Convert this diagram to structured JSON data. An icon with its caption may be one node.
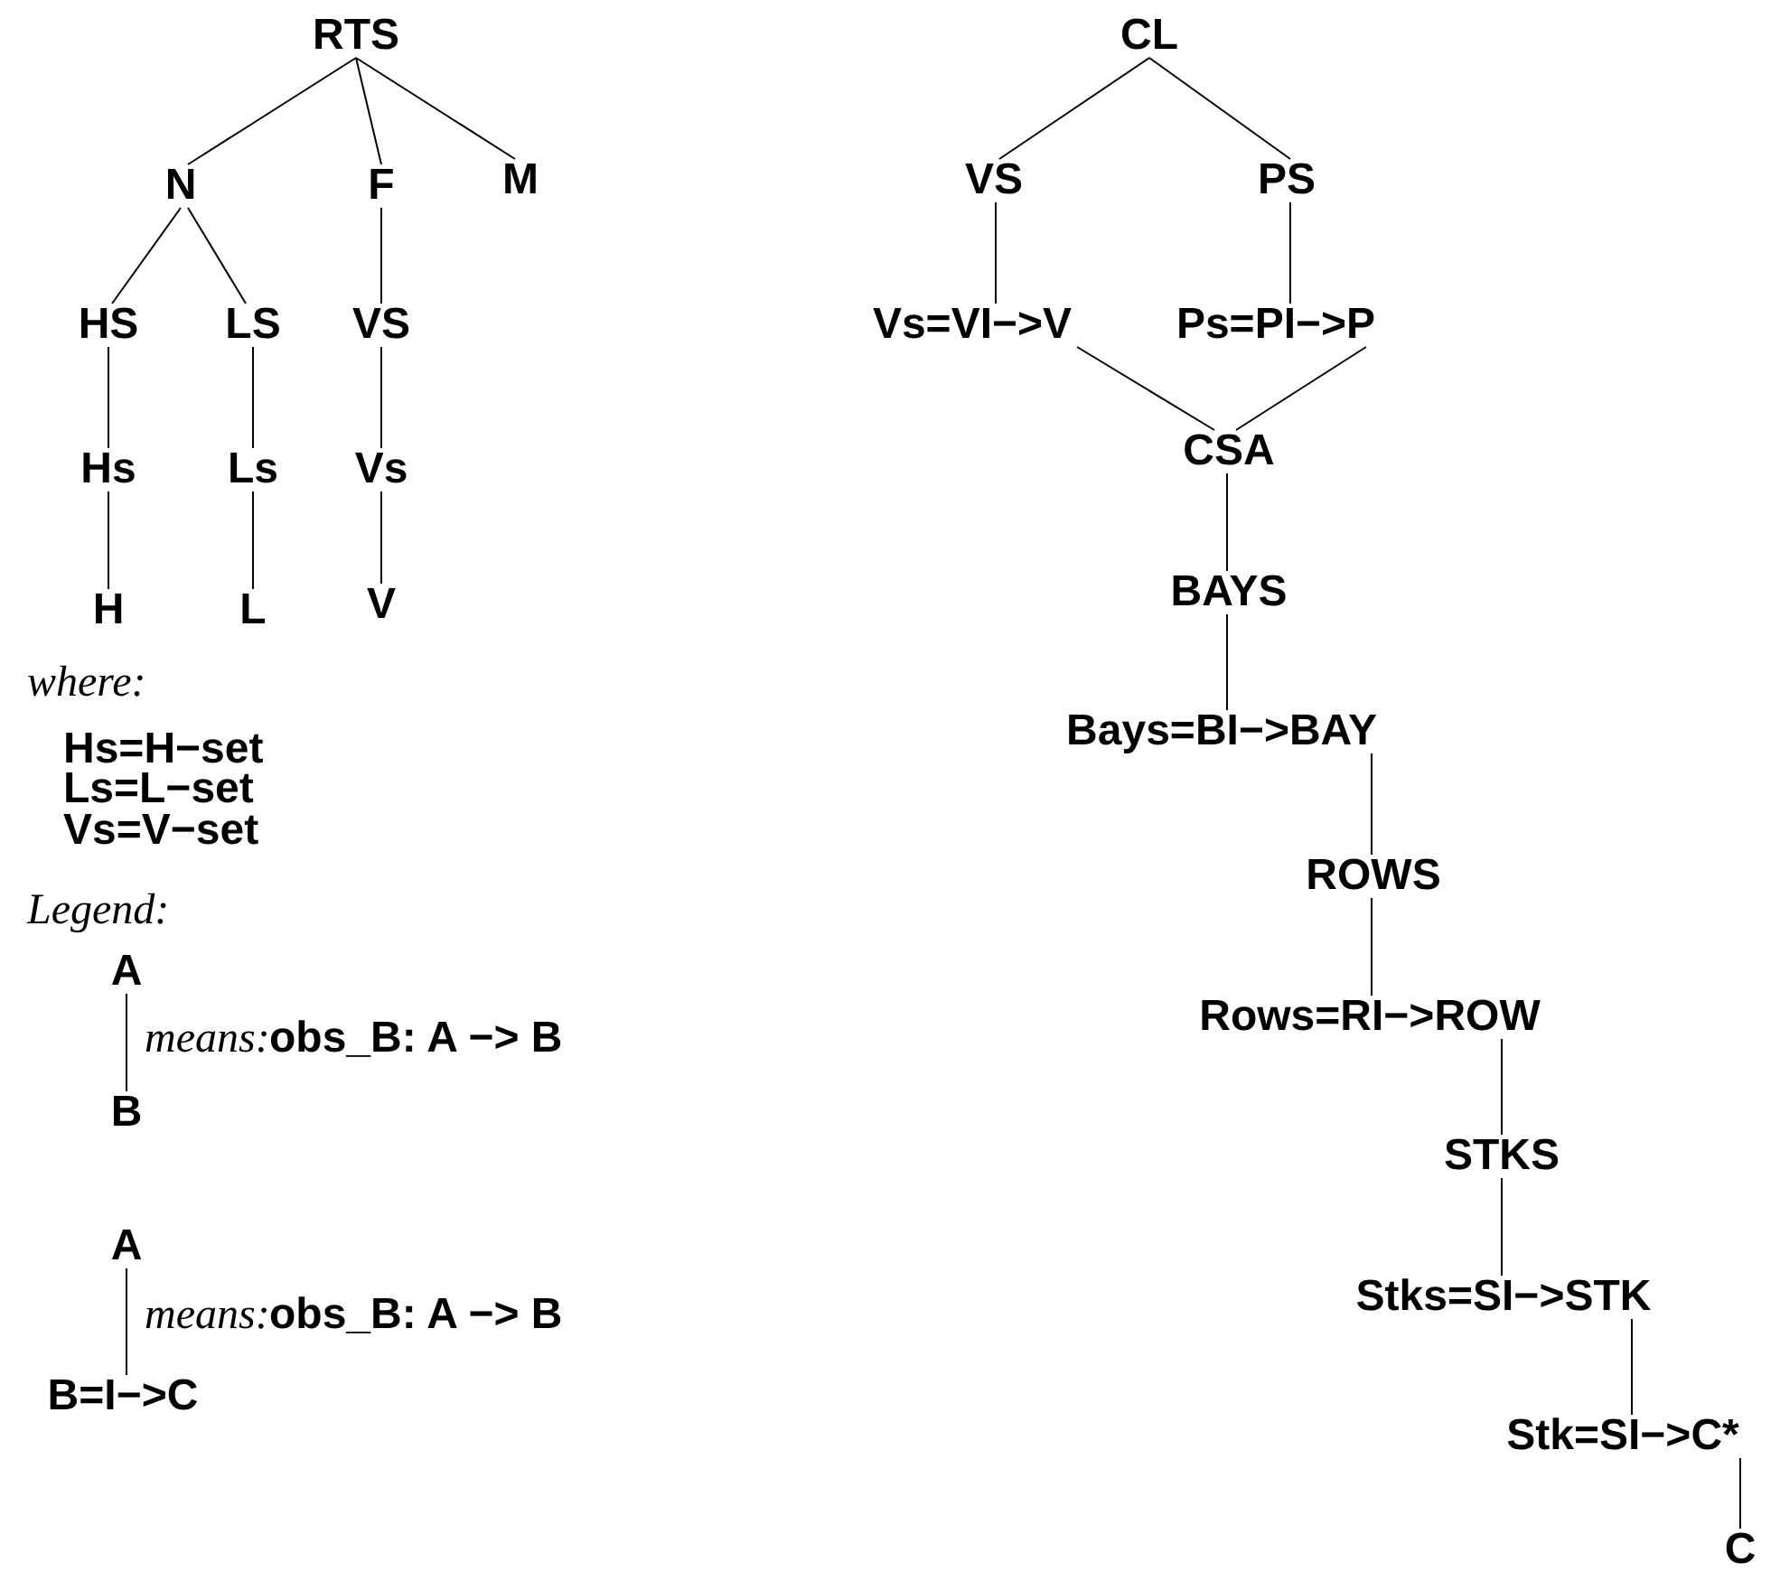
{
  "diagram": {
    "nodes": [
      {
        "text": [
          "RTS"
        ]
      },
      {
        "text": [
          "N"
        ]
      },
      {
        "text": [
          "F"
        ]
      },
      {
        "text": [
          "M"
        ]
      },
      {
        "text": [
          "HS"
        ]
      },
      {
        "text": [
          "LS"
        ]
      },
      {
        "text": [
          "VS"
        ]
      },
      {
        "text": [
          "Hs"
        ]
      },
      {
        "text": [
          "Ls"
        ]
      },
      {
        "text": [
          "Vs"
        ]
      },
      {
        "text": [
          "H"
        ]
      },
      {
        "text": [
          "L"
        ]
      },
      {
        "text": [
          "V"
        ]
      },
      {
        "text": [
          "A"
        ]
      },
      {
        "text": [
          "B"
        ]
      },
      {
        "text": [
          "A"
        ]
      },
      {
        "text": [
          "B=I−>C"
        ]
      },
      {
        "text": [
          "CL"
        ]
      },
      {
        "text": [
          "VS"
        ]
      },
      {
        "text": [
          "PS"
        ]
      },
      {
        "text": [
          "Vs=VI−>V"
        ]
      },
      {
        "text": [
          "Ps=PI−>P"
        ]
      },
      {
        "text": [
          "CSA"
        ]
      },
      {
        "text": [
          "BAYS"
        ]
      },
      {
        "text": [
          "Bays=BI−>BAY"
        ]
      },
      {
        "text": [
          "ROWS"
        ]
      },
      {
        "text": [
          "Rows=RI−>ROW"
        ]
      },
      {
        "text": [
          "STKS"
        ]
      },
      {
        "text": [
          "Stks=SI−>STK"
        ]
      },
      {
        "text": [
          "Stk=SI−>C*"
        ]
      },
      {
        "text": [
          "C"
        ]
      }
    ],
    "edges": [
      {
        "from": 0,
        "to": 1,
        "arrow": "none"
      },
      {
        "from": 0,
        "to": 2,
        "arrow": "none"
      },
      {
        "from": 0,
        "to": 3,
        "arrow": "none"
      },
      {
        "from": 1,
        "to": 4,
        "arrow": "none"
      },
      {
        "from": 1,
        "to": 5,
        "arrow": "none"
      },
      {
        "from": 2,
        "to": 6,
        "arrow": "none"
      },
      {
        "from": 4,
        "to": 7,
        "arrow": "none"
      },
      {
        "from": 7,
        "to": 10,
        "arrow": "none"
      },
      {
        "from": 5,
        "to": 8,
        "arrow": "none"
      },
      {
        "from": 8,
        "to": 11,
        "arrow": "none"
      },
      {
        "from": 6,
        "to": 9,
        "arrow": "none"
      },
      {
        "from": 9,
        "to": 12,
        "arrow": "none"
      },
      {
        "from": 13,
        "to": 14,
        "arrow": "none"
      },
      {
        "from": 15,
        "to": 16,
        "arrow": "none"
      },
      {
        "from": 17,
        "to": 18,
        "arrow": "none"
      },
      {
        "from": 17,
        "to": 19,
        "arrow": "none"
      },
      {
        "from": 18,
        "to": 20,
        "arrow": "none"
      },
      {
        "from": 19,
        "to": 21,
        "arrow": "none"
      },
      {
        "from": 20,
        "to": 22,
        "arrow": "none"
      },
      {
        "from": 21,
        "to": 22,
        "arrow": "none"
      },
      {
        "from": 22,
        "to": 23,
        "arrow": "none"
      },
      {
        "from": 23,
        "to": 24,
        "arrow": "none"
      },
      {
        "from": 24,
        "to": 25,
        "arrow": "none"
      },
      {
        "from": 25,
        "to": 26,
        "arrow": "none"
      },
      {
        "from": 26,
        "to": 27,
        "arrow": "none"
      },
      {
        "from": 27,
        "to": 28,
        "arrow": "none"
      },
      {
        "from": 28,
        "to": 29,
        "arrow": "none"
      },
      {
        "from": 29,
        "to": 30,
        "arrow": "none"
      }
    ],
    "labels": [
      "where:",
      "Hs=H−set",
      "Ls=L−set",
      "Vs=V−set",
      "Legend:",
      "means:",
      "obs_B: A −> B",
      "means:",
      "obs_B: A −> B"
    ]
  }
}
